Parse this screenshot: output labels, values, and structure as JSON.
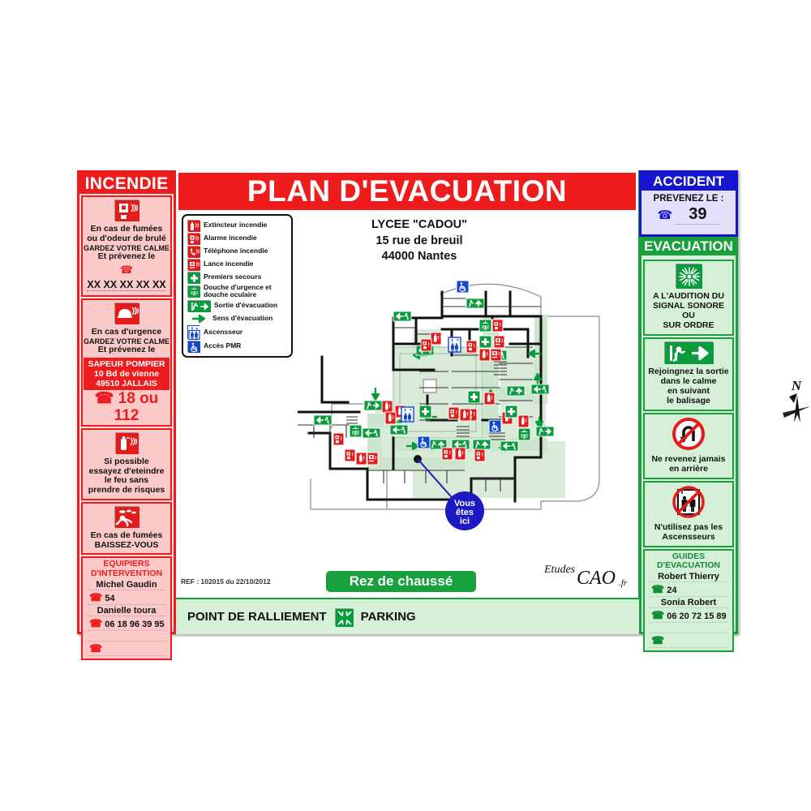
{
  "poster": {
    "title": "PLAN D'EVACUATION",
    "site": {
      "name": "LYCEE \"CADOU\"",
      "street": "15 rue de breuil",
      "city": "44000 Nantes"
    },
    "reference": "REF : 102015 du 22/10/2012",
    "floor_label": "Rez de chaussé",
    "logo_text": "Etudes CAO.fr",
    "north_label": "N",
    "you_are_here": "Vous êtes ici",
    "rally_point": {
      "label": "POINT DE RALLIEMENT",
      "value": "PARKING",
      "icon": "rally-point-icon"
    }
  },
  "legend": {
    "items": [
      {
        "icon": "fire-extinguisher-icon",
        "color": "#e31b1b",
        "label": "Extincteur incendie"
      },
      {
        "icon": "fire-alarm-icon",
        "color": "#e31b1b",
        "label": "Alarme incendie"
      },
      {
        "icon": "fire-telephone-icon",
        "color": "#e31b1b",
        "label": "Téléphone incendie"
      },
      {
        "icon": "fire-hose-icon",
        "color": "#e31b1b",
        "label": "Lance incendie"
      },
      {
        "icon": "first-aid-icon",
        "color": "#0a9b3f",
        "label": "Premiers secours"
      },
      {
        "icon": "emergency-shower-icon",
        "color": "#0a9b3f",
        "label": "Douche d'urgence et douche oculaire"
      },
      {
        "icon": "emergency-exit-icon",
        "color": "#0a9b3f",
        "label": "Sortie d'évacuation"
      },
      {
        "icon": "evacuation-arrow-icon",
        "color": "#0a9b3f",
        "label": "Sens d'évacuation"
      },
      {
        "icon": "elevator-icon",
        "color": "#1447d1",
        "label": "Ascensseur"
      },
      {
        "icon": "wheelchair-access-icon",
        "color": "#1447d1",
        "label": "Accès PMR"
      }
    ]
  },
  "fire_column": {
    "heading": "INCENDIE",
    "cells": [
      {
        "icon": "fire-alarm-icon",
        "lines": [
          "En cas de fumées",
          "ou d'odeur de brulé"
        ],
        "small_line": "GARDEZ VOTRE CALME",
        "tail": "Et prévenez le",
        "phone": "XX XX XX XX XX"
      },
      {
        "icon": "fire-helmet-icon",
        "lines": [
          "En cas d'urgence"
        ],
        "small_line": "GARDEZ VOTRE CALME",
        "tail": "Et prévenez le",
        "service": {
          "name": "SAPEUR POMPIER",
          "address": "10 Bd de vienne",
          "city": "49510 JALLAIS"
        },
        "emergency_number": "18 ou 112"
      },
      {
        "icon": "fire-extinguisher-icon",
        "lines": [
          "Si possible",
          "essayez d'eteindre",
          "le feu sans",
          "prendre de risques"
        ]
      },
      {
        "icon": "crawl-low-smoke-icon",
        "lines": [
          "En cas de fumées",
          "BAISSEZ-VOUS"
        ]
      }
    ],
    "contacts": {
      "title_line1": "EQUIPIERS",
      "title_line2": "D'INTERVENTION",
      "people": [
        {
          "name": "Michel Gaudin",
          "phone": "54"
        },
        {
          "name": "Danielle toura",
          "phone": "06 18 96 39 95"
        },
        {
          "name": "",
          "phone": ""
        }
      ]
    }
  },
  "accident_box": {
    "heading": "ACCIDENT",
    "prompt": "PREVENEZ LE :",
    "number": "39",
    "icon": "phone-icon"
  },
  "evacuation_column": {
    "heading": "EVACUATION",
    "cells": [
      {
        "icon": "alarm-bell-icon",
        "lines": [
          "A L'AUDITION DU",
          "SIGNAL SONORE",
          "OU",
          "SUR ORDRE"
        ]
      },
      {
        "icon": "emergency-exit-icon",
        "lines": [
          "Rejoingnez la sortie",
          "dans le calme",
          "en suivant",
          "le balisage"
        ]
      },
      {
        "icon": "no-turning-back-icon",
        "lines": [
          "Ne revenez jamais",
          "en arrière"
        ]
      },
      {
        "icon": "no-elevator-icon",
        "lines": [
          "N'utilisez pas les",
          "Ascensseurs"
        ]
      }
    ],
    "contacts": {
      "title_line1": "GUIDES",
      "title_line2": "D'EVACUATION",
      "people": [
        {
          "name": "Robert Thierry",
          "phone": "24"
        },
        {
          "name": "Sonia Robert",
          "phone": "06 20 72 15 89"
        },
        {
          "name": "",
          "phone": ""
        }
      ]
    }
  },
  "colors": {
    "fire_red": "#ee1c1c",
    "fire_red_bg": "#fcc9c9",
    "evac_green": "#18a03c",
    "evac_green_bg": "#d6f0d8",
    "accident_blue": "#1616d0",
    "accident_blue_bg": "#e2e0fb",
    "map_corridor": "#d9ead9",
    "you_here_blue": "#1b18c4"
  }
}
